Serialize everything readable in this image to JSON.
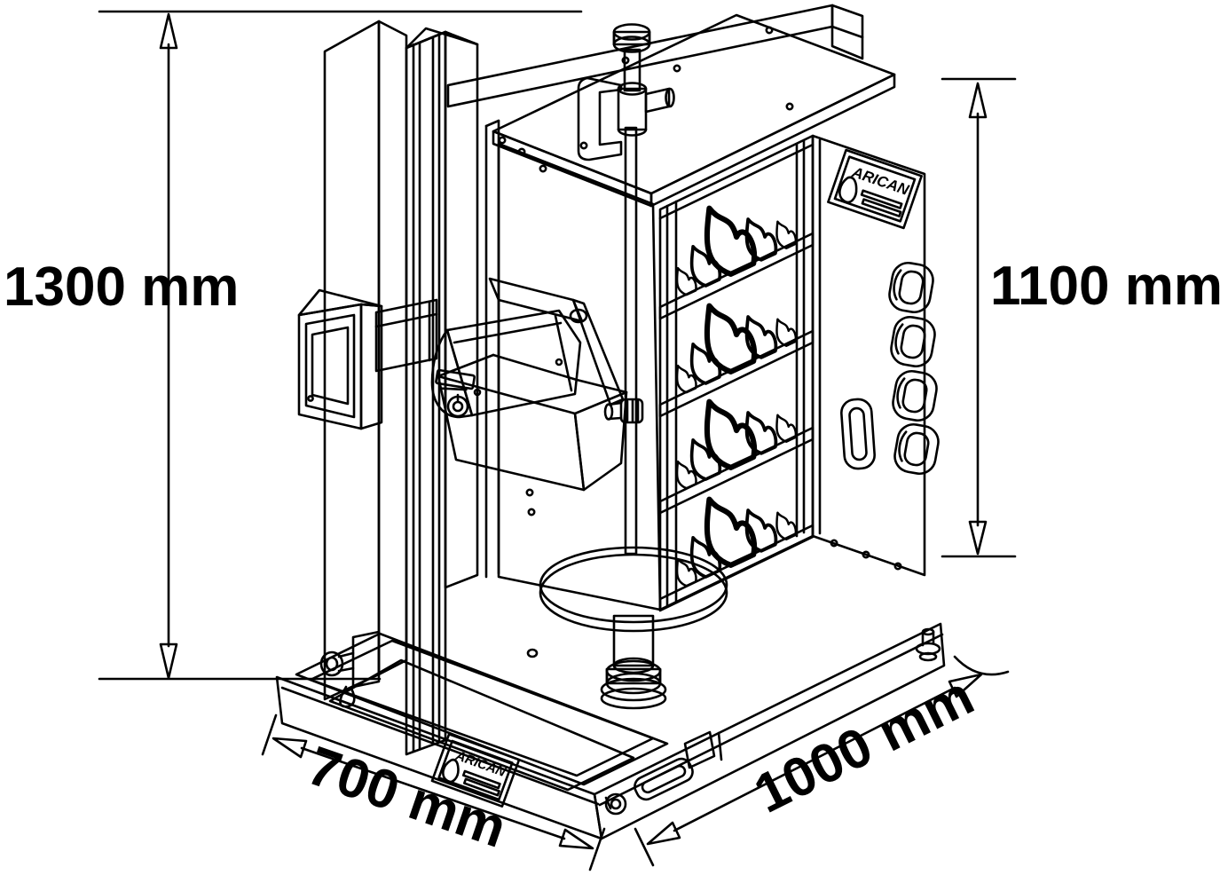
{
  "drawing": {
    "type": "isometric technical line drawing",
    "subject": "vertical doner kebab grill machine with dimensions"
  },
  "dimensions": {
    "overall_height": "1300 mm",
    "burner_body_height": "1100 mm",
    "base_depth": "700 mm",
    "base_width": "1000 mm"
  },
  "brand": {
    "name": "ARICAN"
  },
  "colors": {
    "line": "#000000",
    "background": "#ffffff"
  }
}
